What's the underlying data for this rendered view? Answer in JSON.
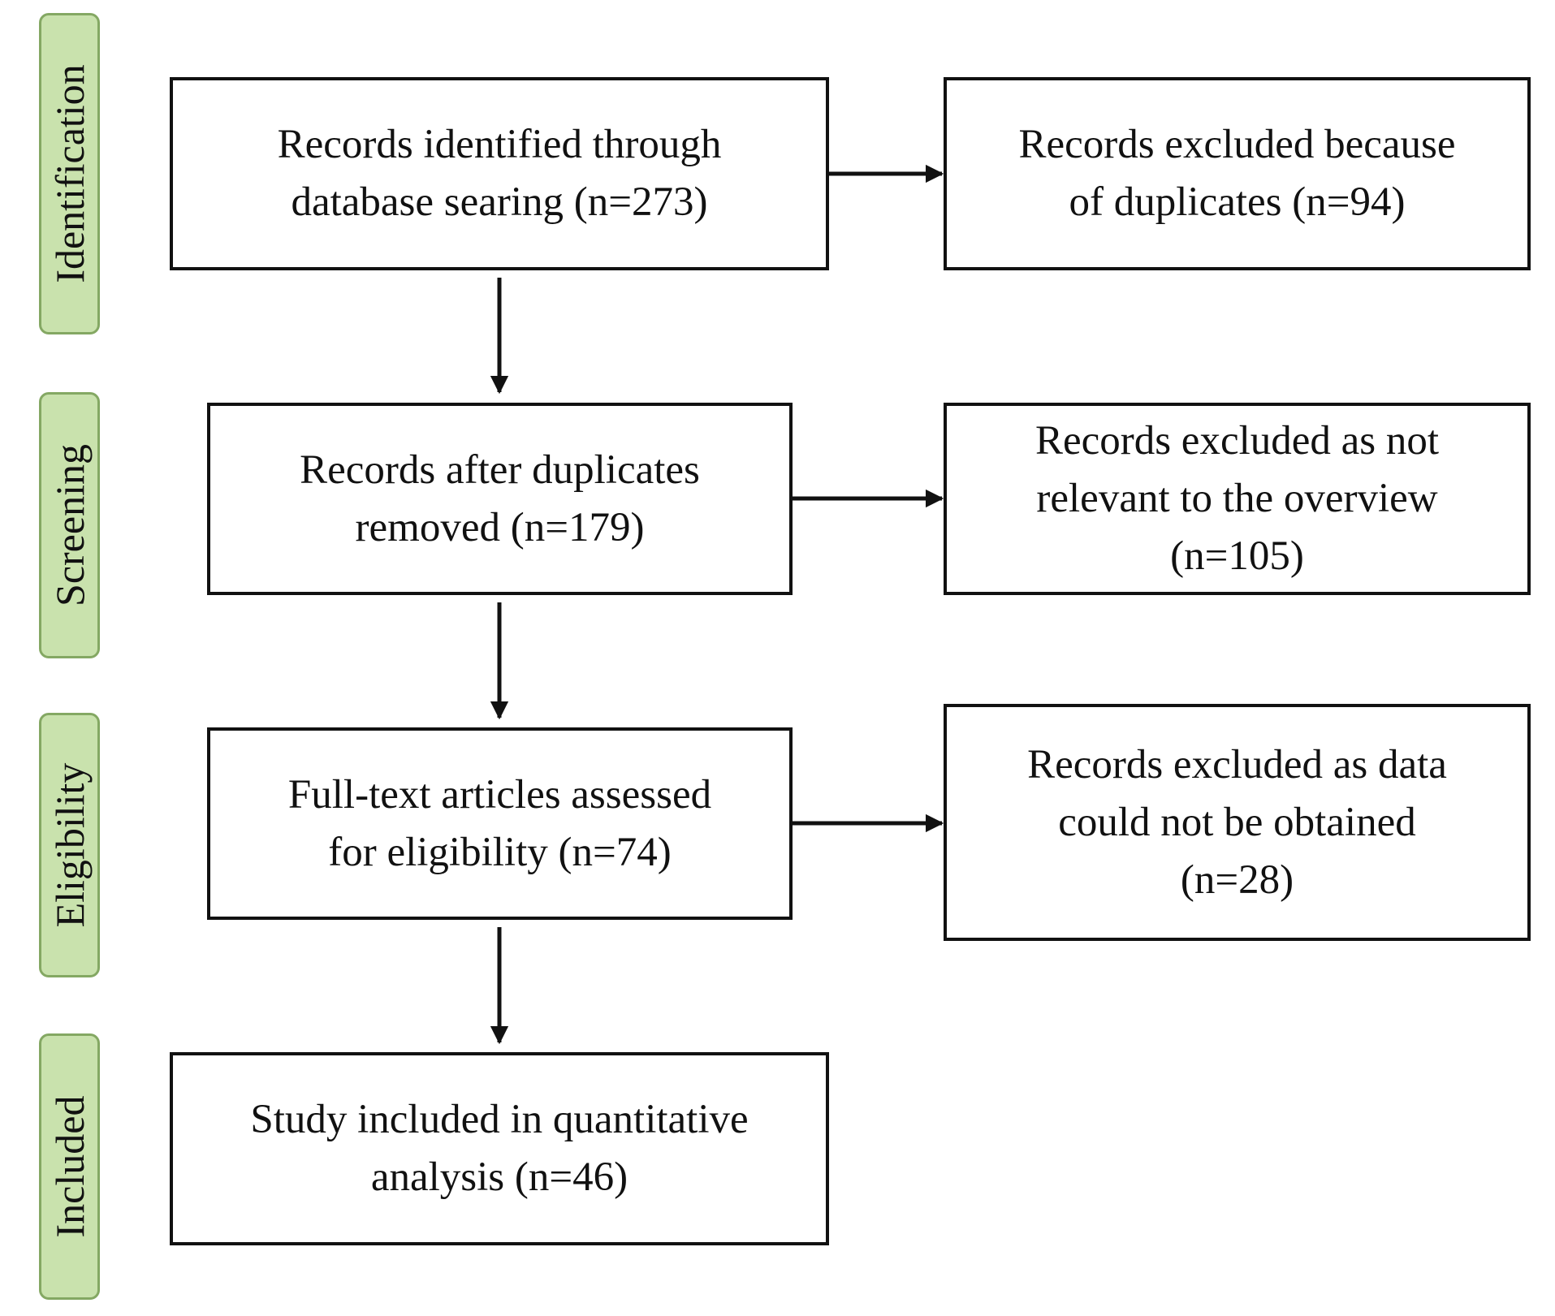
{
  "stages": {
    "identification": "Identification",
    "screening": "Screening",
    "eligibility": "Eligibility",
    "included": "Included"
  },
  "flow": {
    "identified": {
      "lines": [
        "Records identified through",
        "database searing (n=273)"
      ],
      "count": 273
    },
    "duplicates_excluded": {
      "lines": [
        "Records excluded because",
        "of duplicates (n=94)"
      ],
      "count": 94
    },
    "after_duplicates": {
      "lines": [
        "Records after duplicates",
        "removed (n=179)"
      ],
      "count": 179
    },
    "not_relevant_excluded": {
      "lines": [
        "Records excluded as not",
        "relevant to the overview",
        "(n=105)"
      ],
      "count": 105
    },
    "full_text_assessed": {
      "lines": [
        "Full-text articles assessed",
        "for eligibility (n=74)"
      ],
      "count": 74
    },
    "no_data_excluded": {
      "lines": [
        "Records excluded as data",
        "could not be obtained",
        "(n=28)"
      ],
      "count": 28
    },
    "included": {
      "lines": [
        "Study included in quantitative",
        "analysis (n=46)"
      ],
      "count": 46
    }
  },
  "colors": {
    "stage_fill": "#c9e2ad",
    "stage_border": "#84a863",
    "line": "#111111"
  }
}
